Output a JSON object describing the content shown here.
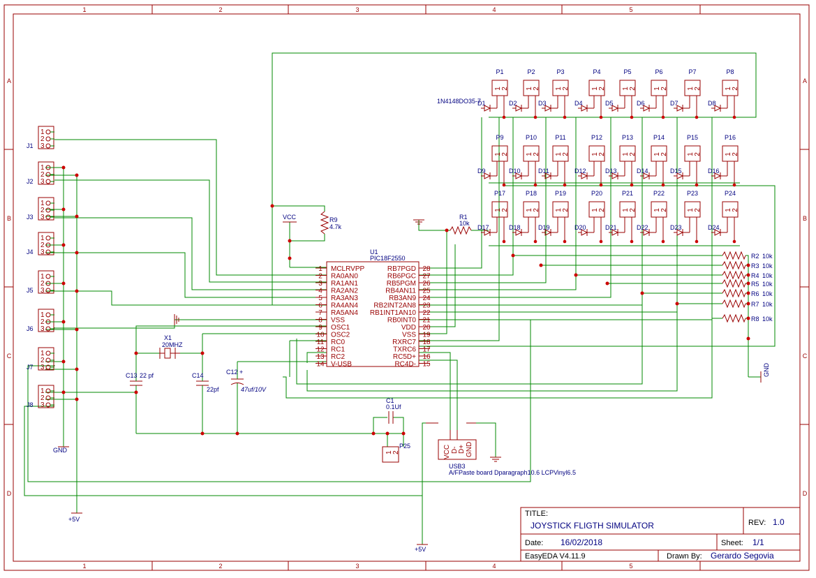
{
  "grid": {
    "columns": [
      "1",
      "2",
      "3",
      "4",
      "5"
    ],
    "rows": [
      "A",
      "B",
      "C",
      "D"
    ]
  },
  "title_block": {
    "title_label": "TITLE:",
    "title": "JOYSTICK FLIGTH SIMULATOR",
    "rev_label": "REV:",
    "rev": "1.0",
    "date_label": "Date:",
    "date": "16/02/2018",
    "sheet_label": "Sheet:",
    "sheet": "1/1",
    "tool": "EasyEDA V4.11.9",
    "drawn_label": "Drawn By:",
    "drawn_by": "Gerardo Segovia"
  },
  "ic": {
    "ref": "U1",
    "value": "PIC18F2550",
    "left_pins": [
      {
        "num": "1",
        "name": "MCLRVPP"
      },
      {
        "num": "2",
        "name": "RA0AN0"
      },
      {
        "num": "3",
        "name": "RA1AN1"
      },
      {
        "num": "4",
        "name": "RA2AN2"
      },
      {
        "num": "5",
        "name": "RA3AN3"
      },
      {
        "num": "6",
        "name": "RA4AN4"
      },
      {
        "num": "7",
        "name": "RA5AN4"
      },
      {
        "num": "8",
        "name": "VSS"
      },
      {
        "num": "9",
        "name": "OSC1"
      },
      {
        "num": "10",
        "name": "OSC2"
      },
      {
        "num": "11",
        "name": "RC0"
      },
      {
        "num": "12",
        "name": "RC1"
      },
      {
        "num": "13",
        "name": "RC2"
      },
      {
        "num": "14",
        "name": "V-USB"
      }
    ],
    "right_pins": [
      {
        "num": "28",
        "name": "RB7PGD"
      },
      {
        "num": "27",
        "name": "RB6PGC"
      },
      {
        "num": "26",
        "name": "RB5PGM"
      },
      {
        "num": "25",
        "name": "RB4AN11"
      },
      {
        "num": "24",
        "name": "RB3AN9"
      },
      {
        "num": "23",
        "name": "RB2INT2AN8"
      },
      {
        "num": "22",
        "name": "RB1INT1AN10"
      },
      {
        "num": "21",
        "name": "RB0INT0"
      },
      {
        "num": "20",
        "name": "VDD"
      },
      {
        "num": "19",
        "name": "VSS"
      },
      {
        "num": "18",
        "name": "RXRC7"
      },
      {
        "num": "17",
        "name": "TXRC6"
      },
      {
        "num": "16",
        "name": "RC5D+"
      },
      {
        "num": "15",
        "name": "RC4D-"
      }
    ]
  },
  "headers": [
    {
      "ref": "J1",
      "pins": [
        "1",
        "2",
        "3"
      ]
    },
    {
      "ref": "J2",
      "pins": [
        "1",
        "2",
        "3"
      ]
    },
    {
      "ref": "J3",
      "pins": [
        "1",
        "2",
        "3"
      ]
    },
    {
      "ref": "J4",
      "pins": [
        "1",
        "2",
        "3"
      ]
    },
    {
      "ref": "J5",
      "pins": [
        "1",
        "2",
        "3"
      ]
    },
    {
      "ref": "J6",
      "pins": [
        "1",
        "2",
        "3"
      ]
    },
    {
      "ref": "J7",
      "pins": [
        "1",
        "2",
        "3"
      ]
    },
    {
      "ref": "J8",
      "pins": [
        "1",
        "2",
        "3"
      ]
    }
  ],
  "buttons_row1": [
    "P1",
    "P2",
    "P3",
    "P4",
    "P5",
    "P6",
    "P7",
    "P8"
  ],
  "buttons_row2": [
    "P9",
    "P10",
    "P11",
    "P12",
    "P13",
    "P14",
    "P15",
    "P16"
  ],
  "buttons_row3": [
    "P17",
    "P18",
    "P19",
    "P20",
    "P21",
    "P22",
    "P23",
    "P24"
  ],
  "diodes_row1": [
    "D1",
    "D2",
    "D3",
    "D4",
    "D5",
    "D6",
    "D7",
    "D8"
  ],
  "diodes_row2": [
    "D9",
    "D10",
    "D11",
    "D12",
    "D13",
    "D14",
    "D15",
    "D16"
  ],
  "diodes_row3": [
    "D17",
    "D18",
    "D19",
    "D20",
    "D21",
    "D22",
    "D23",
    "D24"
  ],
  "diode_part": "1N4148DO35-7",
  "button_pins": [
    "1",
    "2"
  ],
  "resistors_right": [
    {
      "ref": "R2",
      "value": "10k"
    },
    {
      "ref": "R3",
      "value": "10k"
    },
    {
      "ref": "R4",
      "value": "10k"
    },
    {
      "ref": "R5",
      "value": "10k"
    },
    {
      "ref": "R6",
      "value": "10k"
    },
    {
      "ref": "R7",
      "value": "10k"
    },
    {
      "ref": "R8",
      "value": "10k"
    }
  ],
  "r1": {
    "ref": "R1",
    "value": "10k"
  },
  "r9": {
    "ref": "R9",
    "value": "4.7k"
  },
  "x1": {
    "ref": "X1",
    "value": "20MHZ"
  },
  "c13": {
    "ref": "C13",
    "value": "22 pf"
  },
  "c14": {
    "ref": "C14",
    "value": "22pf"
  },
  "c12": {
    "ref": "C12",
    "plus": "+",
    "value": "47uf/10V"
  },
  "c1": {
    "ref": "C1",
    "value": "0.1Uf"
  },
  "p25": {
    "ref": "P25",
    "pins": [
      "1",
      "2"
    ]
  },
  "usb": {
    "ref": "USB3",
    "value": "A/FPaste board Dparagraph10.6 LCPVinyl6.5",
    "pins": [
      "VCC",
      "D-",
      "D+",
      "GND"
    ]
  },
  "power": {
    "vcc": "VCC",
    "gnd": "GND",
    "plus5v": "+5V"
  },
  "colors": {
    "frame": "#990000",
    "wire": "#008800",
    "component": "#990000",
    "junction": "#cc0000",
    "label": "#000080"
  }
}
